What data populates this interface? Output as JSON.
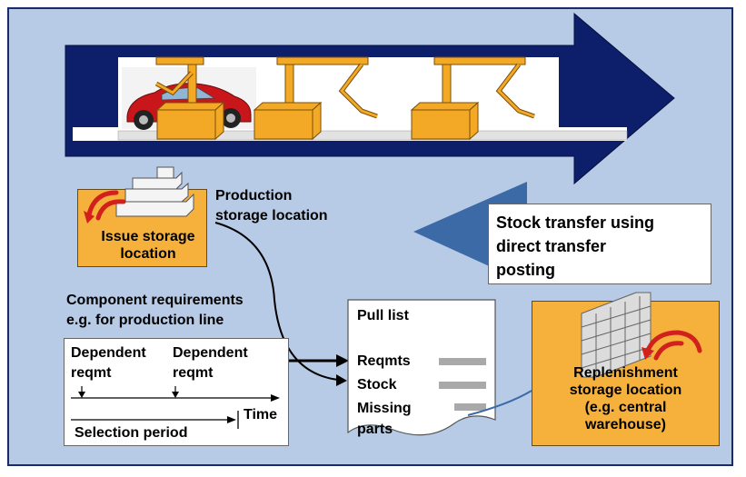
{
  "production_label": {
    "line1": "Production",
    "line2": "storage location"
  },
  "issue_storage": {
    "line1": "Issue storage",
    "line2": "location"
  },
  "stock_transfer": {
    "line1": "Stock transfer using",
    "line2": "direct transfer",
    "line3": "posting"
  },
  "component_req": {
    "line1": "Component requirements",
    "line2": "e.g. for production line"
  },
  "timeline": {
    "dep1_line1": "Dependent",
    "dep1_line2": "reqmt",
    "dep2_line1": "Dependent",
    "dep2_line2": "reqmt",
    "time": "Time",
    "selection": "Selection period"
  },
  "pull_list": {
    "title": "Pull list",
    "reqmts": "Reqmts",
    "stock": "Stock",
    "missing1": "Missing",
    "missing2": "parts"
  },
  "replenishment": {
    "line1": "Replenishment",
    "line2": "storage location",
    "line3": "(e.g. central",
    "line4": "warehouse)"
  },
  "colors": {
    "background": "#b7cbe6",
    "arrow_dark": "#0d1f6b",
    "arrow_light": "#3b6aa6",
    "box_orange": "#f6b13c",
    "robot": "#f3a926",
    "flow_red": "#d2201c"
  }
}
